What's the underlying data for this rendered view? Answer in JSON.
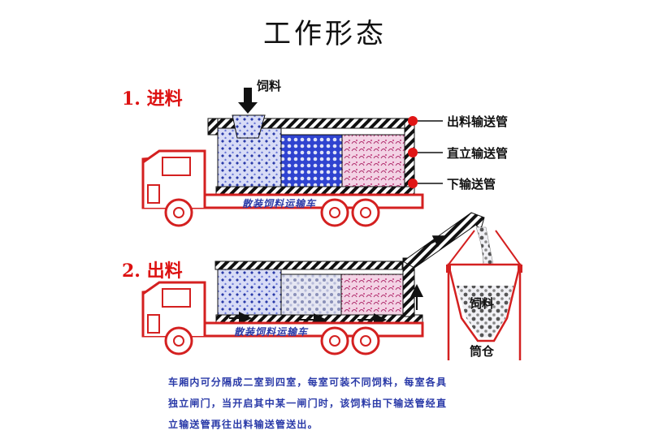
{
  "title": "工作形态",
  "step1": {
    "label": "1. 进料",
    "feed_label": "饲料",
    "truck_name": "散装饲料运输车",
    "pipes": [
      "出料输送管",
      "直立输送管",
      "下输送管"
    ]
  },
  "step2": {
    "label": "2. 出料",
    "truck_name": "散装饲料运输车",
    "silo_content_label": "饲料",
    "silo_label": "筒仓"
  },
  "note_lines": [
    "车厢内可分隔成二室到四室，每室可装不同饲料，每室各具",
    "独立闸门，当开启其中某一闸门时，该饲料由下输送管经直",
    "立输送管再往出料输送管送出。"
  ],
  "colors": {
    "accent_red": "#d11111",
    "text_blue": "#2a3aa8",
    "truck_line": "#d42020",
    "compartment_1": "#c8ccf0",
    "compartment_2": "#2f43d0",
    "compartment_3": "#e8b4d4"
  }
}
